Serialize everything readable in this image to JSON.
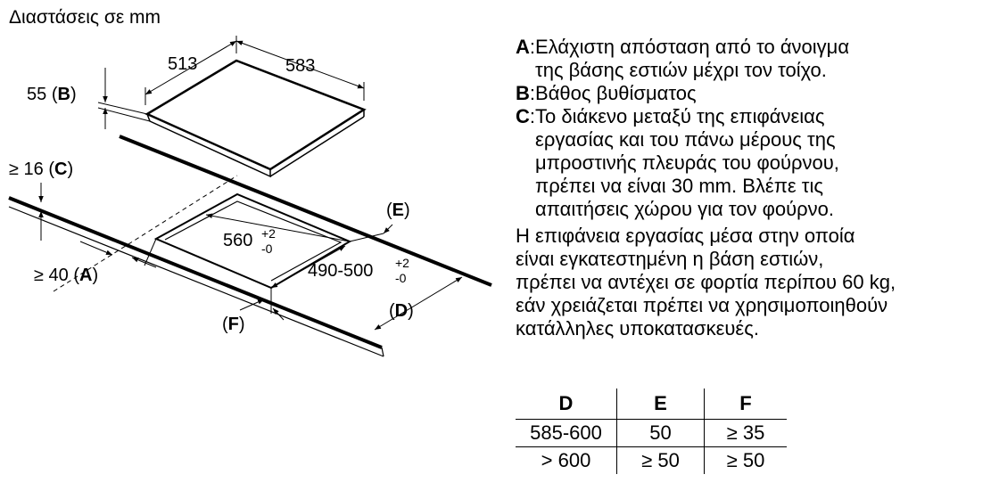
{
  "header": {
    "units_label": "Διαστάσεις σε mm"
  },
  "diagram": {
    "hob_depth": "513",
    "hob_width": "583",
    "dim_b": "55",
    "label_b_open": "(",
    "label_b_letter": "B",
    "label_b_close": ")",
    "dim_c": "≥ 16",
    "label_c_letter": "C",
    "dim_a": "≥ 40",
    "label_a_letter": "A",
    "cutout_width": "560",
    "cutout_width_tol_plus": "+2",
    "cutout_width_tol_minus": "-0",
    "cutout_depth": "490-500",
    "cutout_depth_tol_plus": "+2",
    "cutout_depth_tol_minus": "-0",
    "label_e_letter": "E",
    "label_d_letter": "D",
    "label_f_letter": "F"
  },
  "notes": [
    {
      "key": "A",
      "text": "Ελάχιστη απόσταση από το άνοιγμα\n  της βάσης εστιών μέχρι τον τοίχο."
    },
    {
      "key": "B",
      "text": "Βάθος βυθίσματος"
    },
    {
      "key": "C",
      "text": "Το διάκενο μεταξύ της επιφάνειας\n  εργασίας και του πάνω μέρους της\n  μπροστινής πλευράς του φούρνου,\n  πρέπει να είναι 30 mm. Βλέπε τις\n  απαιτήσεις χώρου για τον φούρνο."
    }
  ],
  "paragraph": "Η επιφάνεια εργασίας μέσα στην οποία\nείναι εγκατεστημένη η βάση εστιών,\nπρέπει να αντέχει σε φορτία περίπου 60 kg,\nεάν χρειάζεται πρέπει να χρησιμοποιηθούν\nκατάλληλες υποκατασκευές.",
  "table": {
    "headers": [
      "D",
      "E",
      "F"
    ],
    "rows": [
      [
        "585-600",
        "50",
        "≥ 35"
      ],
      [
        "> 600",
        "≥ 50",
        "≥ 50"
      ]
    ]
  }
}
